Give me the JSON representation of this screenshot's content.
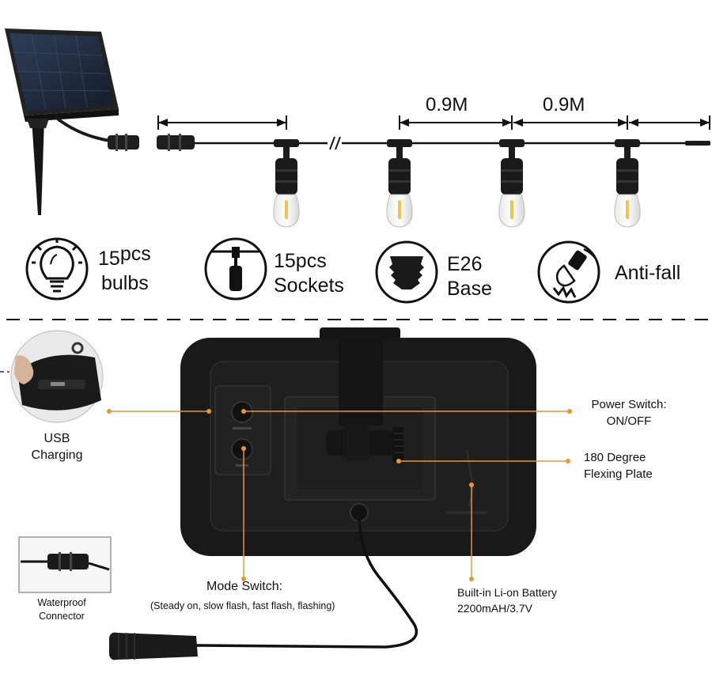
{
  "dimensions": {
    "spacing_1": "0.9M",
    "spacing_2": "0.9M"
  },
  "features": [
    {
      "icon": "bulb-icon",
      "line1_num": "15",
      "line1_unit": "pcs",
      "line2": "bulbs"
    },
    {
      "icon": "socket-icon",
      "line1": "15pcs",
      "line2": "Sockets"
    },
    {
      "icon": "e26-base-icon",
      "line1": "E26",
      "line2": "Base"
    },
    {
      "icon": "anti-fall-icon",
      "line1": "Anti-fall"
    }
  ],
  "callouts": {
    "usb": {
      "line1": "USB",
      "line2": "Charging"
    },
    "power_switch": {
      "line1": "Power Switch:",
      "line2": "ON/OFF"
    },
    "flex_plate": {
      "line1": "180 Degree",
      "line2": "Flexing Plate"
    },
    "mode_switch": {
      "title": "Mode Switch:",
      "detail": "(Steady on, slow flash, fast flash, flashing)"
    },
    "battery": {
      "line1": "Built-in Li-on Battery",
      "line2": "2200mAH/3.7V"
    },
    "waterproof": {
      "line1": "Waterproof",
      "line2": "Connector"
    }
  },
  "colors": {
    "callout": "#e8962e",
    "product": "#1b1b1b",
    "line": "#111111"
  }
}
